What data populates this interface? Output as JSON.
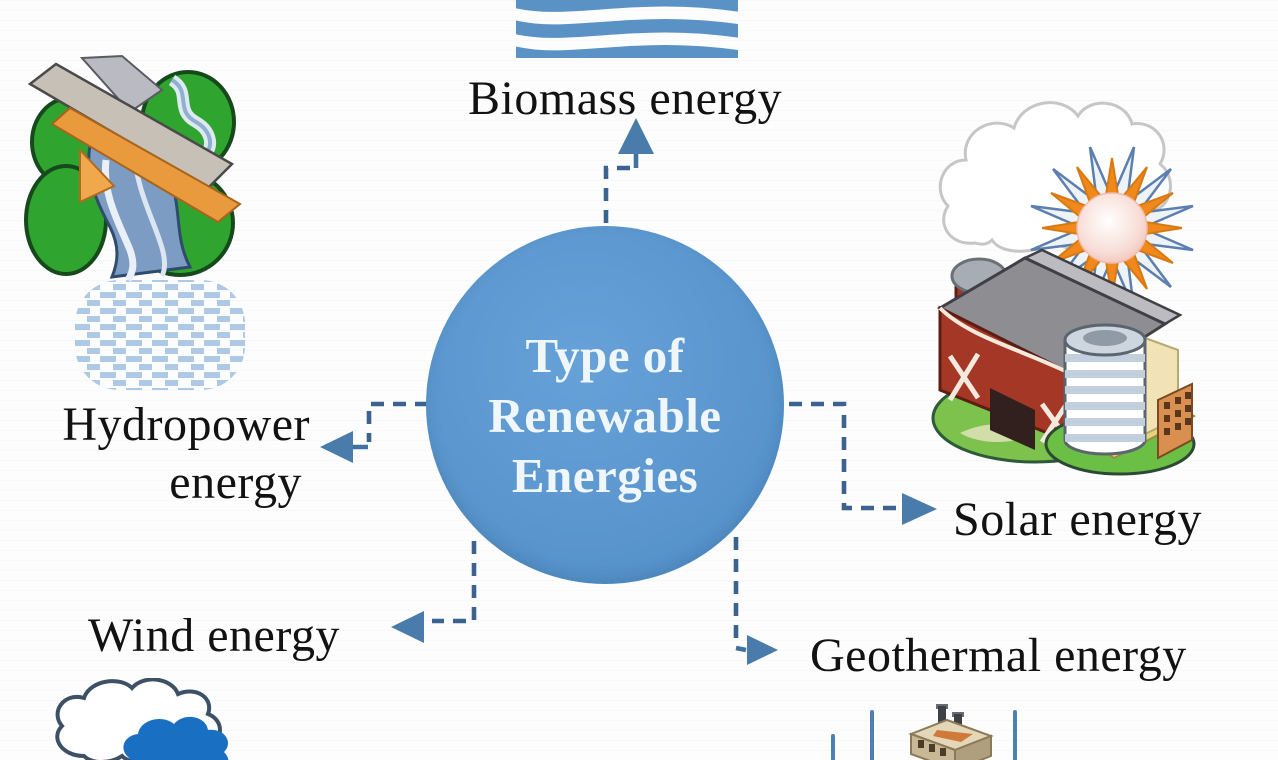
{
  "diagram": {
    "type": "mind-map",
    "center": {
      "title": "Type of Renewable Energies",
      "lines": [
        "Type of",
        "Renewable",
        "Energies"
      ]
    },
    "nodes": [
      {
        "id": "biomass",
        "label": "Biomass energy",
        "icon": "water-waves",
        "position": "top"
      },
      {
        "id": "hydropower",
        "label": "Hydropower energy",
        "lines": [
          "Hydropower",
          "energy"
        ],
        "icon": "dam-and-river",
        "position": "left"
      },
      {
        "id": "solar",
        "label": "Solar energy",
        "icon": "sun-farm-buildings",
        "position": "right"
      },
      {
        "id": "wind",
        "label": "Wind energy",
        "icon": "clouds",
        "position": "bottom-left"
      },
      {
        "id": "geothermal",
        "label": "Geothermal energy",
        "icon": "geothermal-plant",
        "position": "bottom-right"
      }
    ],
    "colors": {
      "center_fill": "#5b97ce",
      "center_text": "#eff6fc",
      "connector": "#3c6290",
      "arrowhead": "#4a7cab",
      "label_text": "#121212",
      "wave_blue": "#5b92c6"
    }
  }
}
